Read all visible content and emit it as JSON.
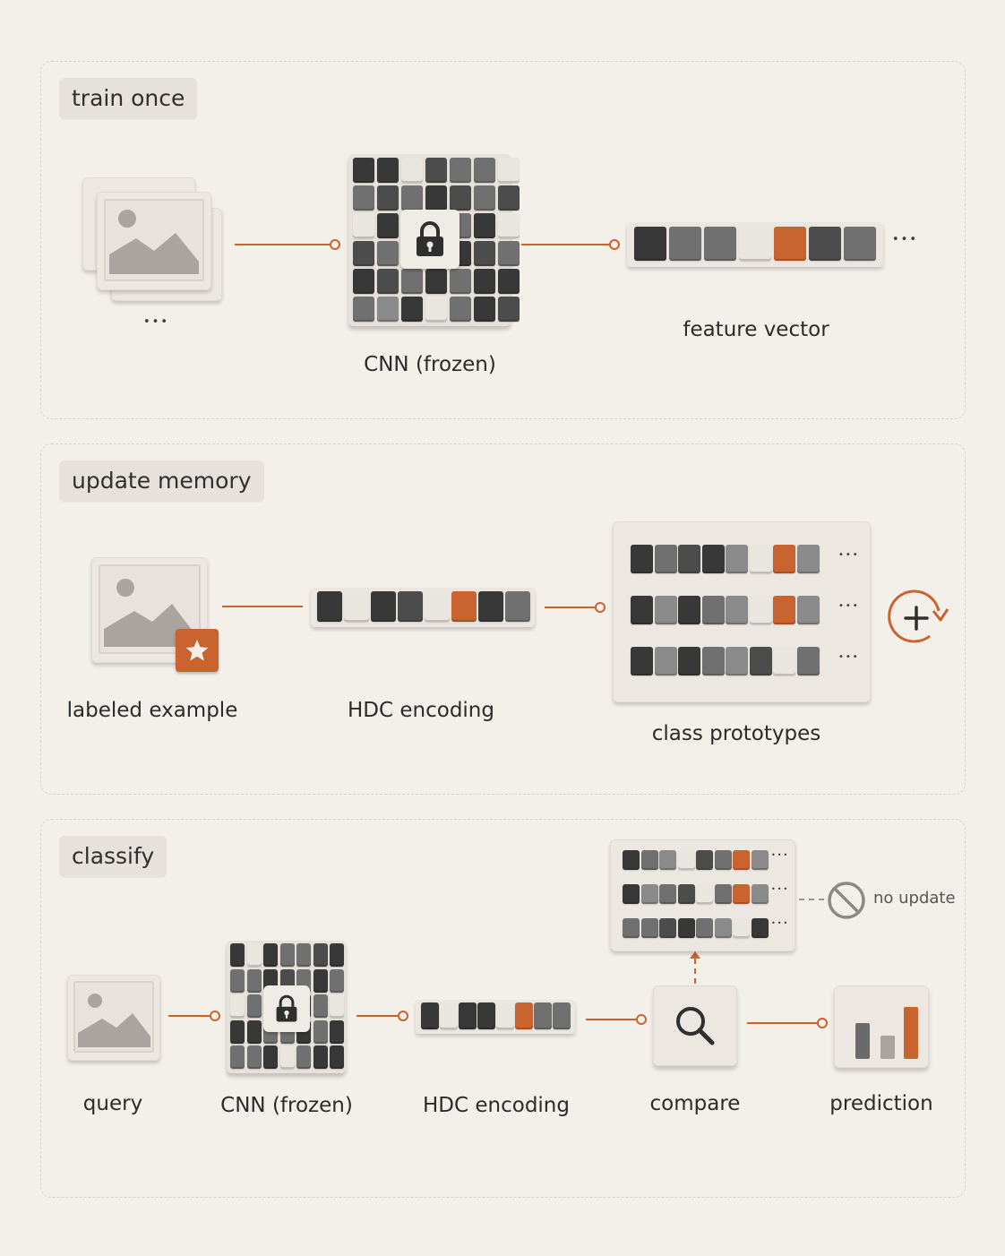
{
  "colors": {
    "accent": "#c9632f",
    "dark": "#383838",
    "mid": "#707070",
    "light": "#e9e5df",
    "background": "#f3efe9"
  },
  "sections": {
    "train": {
      "tag": "train once",
      "images_ellipsis": "•••",
      "cnn_label": "CNN (frozen)",
      "feature_label": "feature vector",
      "feature_ellipsis": "•••"
    },
    "update": {
      "tag": "update memory",
      "labeled_label": "labeled example",
      "hdc_label": "HDC encoding",
      "prototypes_label": "class prototypes",
      "row_ellipsis": "•••"
    },
    "classify": {
      "tag": "classify",
      "query_label": "query",
      "cnn_label": "CNN (frozen)",
      "hdc_label": "HDC encoding",
      "compare_label": "compare",
      "prediction_label": "prediction",
      "no_update_label": "no update",
      "row_ellipsis": "•••"
    }
  },
  "icons": [
    "image-stack-icon",
    "lock-icon",
    "star-icon",
    "add-refresh-icon",
    "search-icon",
    "no-entry-icon",
    "bar-chart-icon"
  ]
}
